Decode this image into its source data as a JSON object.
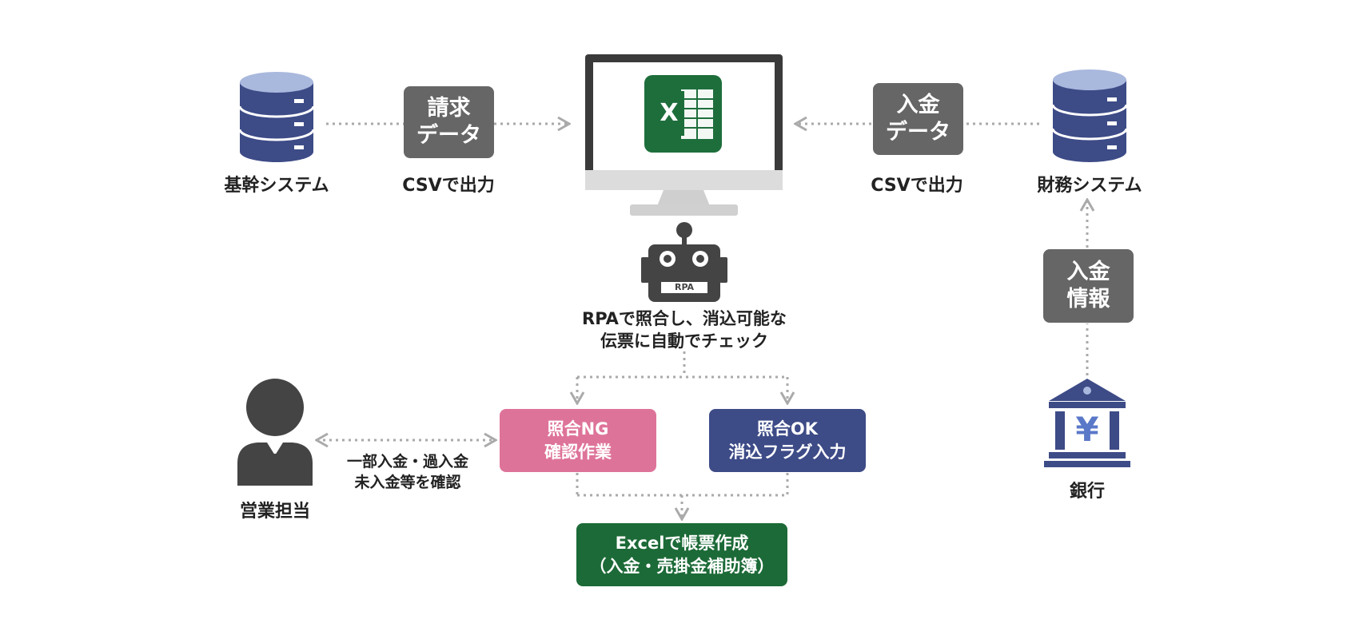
{
  "nodes": {
    "core_system": {
      "label": "基幹システム"
    },
    "billing_data": {
      "line1": "請求",
      "line2": "データ"
    },
    "csv_left": "CSVで出力",
    "finance_system": {
      "label": "財務システム"
    },
    "payment_data": {
      "line1": "入金",
      "line2": "データ"
    },
    "csv_right": "CSVで出力",
    "excel_icon_letter": "X",
    "robot": {
      "badge": "RPA",
      "caption_line1": "RPAで照合し、消込可能な",
      "caption_line2": "伝票に自動でチェック"
    },
    "payment_info": {
      "line1": "入金",
      "line2": "情報"
    },
    "bank": {
      "label": "銀行",
      "symbol": "¥"
    },
    "sales_rep": {
      "label": "営業担当"
    },
    "confirm_note": {
      "line1": "一部入金・過入金",
      "line2": "未入金等を確認"
    },
    "match_ng": {
      "line1": "照合NG",
      "line2": "確認作業"
    },
    "match_ok": {
      "line1": "照合OK",
      "line2": "消込フラグ入力"
    },
    "excel_output": {
      "line1": "Excelで帳票作成",
      "line2": "（入金・売掛金補助簿）"
    }
  },
  "colors": {
    "db_body": "#3d4b87",
    "db_top": "#a9b8dd",
    "gray_box": "#666666",
    "excel_green": "#1e6e3c",
    "ng_pink": "#de7399",
    "ok_navy": "#3d4b87",
    "output_green": "#1c6a37",
    "monitor_frame": "#3a3a3a",
    "stand": "#cccccc"
  }
}
